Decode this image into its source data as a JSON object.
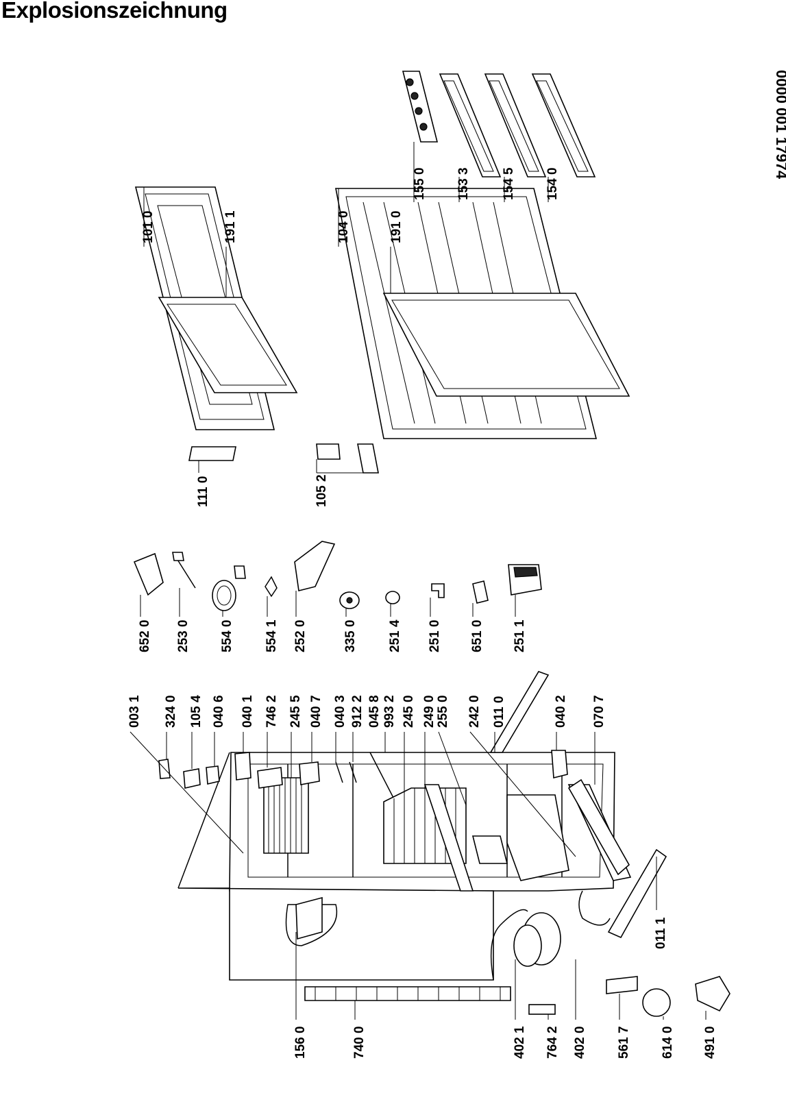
{
  "title": "Explosionszeichnung",
  "document_number": "0000 001 17974",
  "parts": [
    {
      "id": "p-1010",
      "label": "101 0"
    },
    {
      "id": "p-1911",
      "label": "191 1"
    },
    {
      "id": "p-1040",
      "label": "104 0"
    },
    {
      "id": "p-1910",
      "label": "191 0"
    },
    {
      "id": "p-1550",
      "label": "155 0"
    },
    {
      "id": "p-1533",
      "label": "153 3"
    },
    {
      "id": "p-1545",
      "label": "154 5"
    },
    {
      "id": "p-1540",
      "label": "154 0"
    },
    {
      "id": "p-1110",
      "label": "111 0"
    },
    {
      "id": "p-1052",
      "label": "105 2"
    },
    {
      "id": "p-6520",
      "label": "652 0"
    },
    {
      "id": "p-2530",
      "label": "253 0"
    },
    {
      "id": "p-5540",
      "label": "554 0"
    },
    {
      "id": "p-5541",
      "label": "554 1"
    },
    {
      "id": "p-2520",
      "label": "252 0"
    },
    {
      "id": "p-3350",
      "label": "335 0"
    },
    {
      "id": "p-2514",
      "label": "251 4"
    },
    {
      "id": "p-2510",
      "label": "251 0"
    },
    {
      "id": "p-6510",
      "label": "651 0"
    },
    {
      "id": "p-2511",
      "label": "251 1"
    },
    {
      "id": "p-0031",
      "label": "003 1"
    },
    {
      "id": "p-3240",
      "label": "324 0"
    },
    {
      "id": "p-1054",
      "label": "105 4"
    },
    {
      "id": "p-0406",
      "label": "040 6"
    },
    {
      "id": "p-0401",
      "label": "040 1"
    },
    {
      "id": "p-7462",
      "label": "746 2"
    },
    {
      "id": "p-2455",
      "label": "245 5"
    },
    {
      "id": "p-0407",
      "label": "040 7"
    },
    {
      "id": "p-0403",
      "label": "040 3"
    },
    {
      "id": "p-9122",
      "label": "912 2"
    },
    {
      "id": "p-0458",
      "label": "045 8"
    },
    {
      "id": "p-9932",
      "label": "993 2"
    },
    {
      "id": "p-2450",
      "label": "245 0"
    },
    {
      "id": "p-2490",
      "label": "249 0"
    },
    {
      "id": "p-2550",
      "label": "255 0"
    },
    {
      "id": "p-2420",
      "label": "242 0"
    },
    {
      "id": "p-0110",
      "label": "011 0"
    },
    {
      "id": "p-0402",
      "label": "040 2"
    },
    {
      "id": "p-0707",
      "label": "070 7"
    },
    {
      "id": "p-0111",
      "label": "011 1"
    },
    {
      "id": "p-1560",
      "label": "156 0"
    },
    {
      "id": "p-7400",
      "label": "740 0"
    },
    {
      "id": "p-4021",
      "label": "402 1"
    },
    {
      "id": "p-7642",
      "label": "764 2"
    },
    {
      "id": "p-4020",
      "label": "402 0"
    },
    {
      "id": "p-5617",
      "label": "561 7"
    },
    {
      "id": "p-6140",
      "label": "614 0"
    },
    {
      "id": "p-4910",
      "label": "491 0"
    }
  ]
}
